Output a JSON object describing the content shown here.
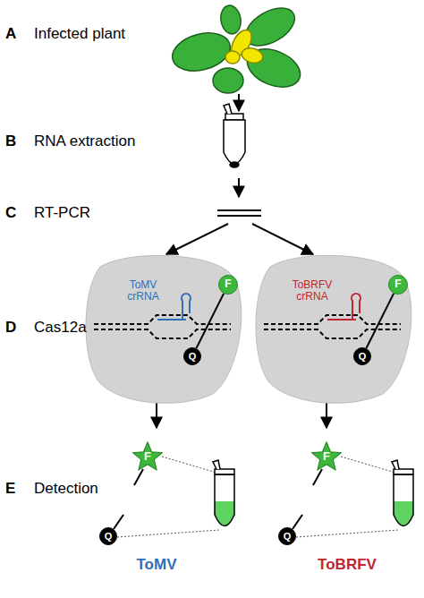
{
  "diagram": {
    "nodes": [
      {
        "text": [
          "ToMV crRNA"
        ]
      },
      {
        "text": [
          "F"
        ],
        "in": 0
      },
      {
        "text": [
          "Q"
        ],
        "in": 0
      },
      {
        "text": [
          "ToBRFV crRNA"
        ]
      },
      {
        "text": [
          "F"
        ],
        "in": 3
      },
      {
        "text": [
          "Q"
        ],
        "in": 3
      },
      {
        "text": [
          "F"
        ]
      },
      {
        "text": [
          "Q"
        ]
      },
      {
        "text": [
          "F"
        ]
      },
      {
        "text": [
          "Q"
        ]
      }
    ],
    "edges": [
      {
        "from": 1,
        "to": 2,
        "arrow": "none"
      },
      {
        "from": 4,
        "to": 5,
        "arrow": "none"
      }
    ],
    "labels": [
      "A",
      "Infected plant",
      "B",
      "RNA extraction",
      "C",
      "RT-PCR",
      "D",
      "Cas12a",
      "E",
      "Detection",
      "ToMV",
      "ToBRFV"
    ]
  }
}
